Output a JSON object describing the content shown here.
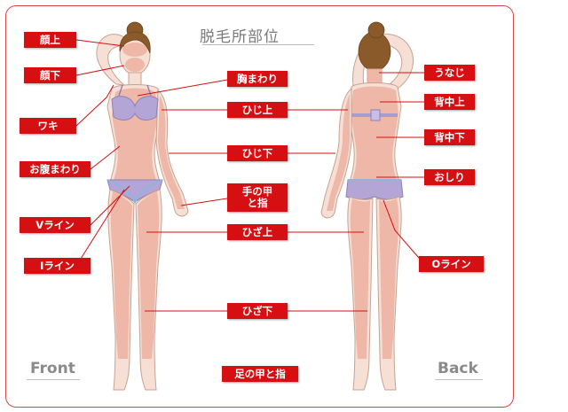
{
  "title": "脱毛所部位",
  "views": {
    "front": "Front",
    "back": "Back"
  },
  "labels": {
    "face_upper": "顔上",
    "face_lower": "顔下",
    "chest": "胸まわり",
    "armpit": "ワキ",
    "elbow_up": "ひじ上",
    "elbow_down": "ひじ下",
    "abdomen": "お腹まわり",
    "hand_line1": "手の甲",
    "hand_line2": "と指",
    "v_line": "Vライン",
    "knee_up": "ひざ上",
    "i_line": "Iライン",
    "knee_down": "ひざ下",
    "foot": "足の甲と指",
    "nape": "うなじ",
    "back_upper": "背中上",
    "back_lower": "背中下",
    "hip": "おしり",
    "o_line": "Oライン"
  },
  "colors": {
    "accent": "#d50f12",
    "frame": "#d64545",
    "skin": "#f6dfd4",
    "hair_treated_zone": "#eba99a",
    "underwear": "#b3a6d6",
    "hair": "#8a5a2b",
    "connector": "#d50f12"
  }
}
